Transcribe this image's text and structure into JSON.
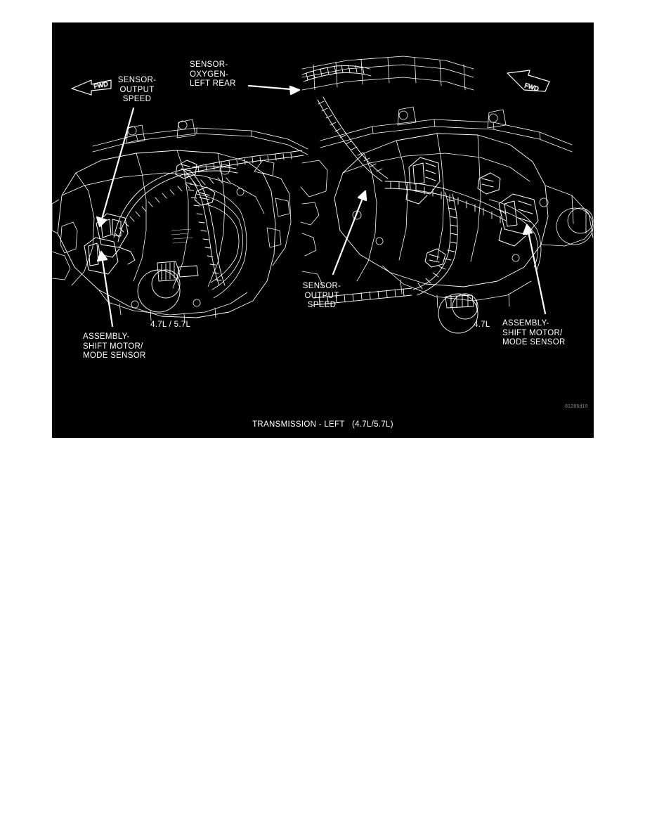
{
  "page": {
    "background_color": "#ffffff"
  },
  "figure": {
    "background_color": "#000000",
    "line_color": "#ffffff",
    "caption": "TRANSMISSION - LEFT   (4.7L/5.7L)",
    "figure_id": "81286d19",
    "labels": {
      "sensor_output_speed_left": "SENSOR-\nOUTPUT\nSPEED",
      "sensor_oxygen_left_rear": "SENSOR-\nOXYGEN-\nLEFT REAR",
      "sensor_output_speed_right": "SENSOR-\nOUTPUT\nSPEED",
      "assembly_shift_motor_left": "ASSEMBLY-\nSHIFT MOTOR/\nMODE SENSOR",
      "assembly_shift_motor_right": "ASSEMBLY-\nSHIFT MOTOR/\nMODE SENSOR",
      "engine_left": "4.7L / 5.7L",
      "engine_right": "4.7L"
    },
    "direction_markers": [
      {
        "name": "fwd-arrow-left",
        "text": "FWD",
        "direction": "left"
      },
      {
        "name": "fwd-arrow-right",
        "text": "FWD",
        "direction": "up-left"
      }
    ],
    "views": [
      {
        "name": "left-view",
        "engine": "4.7L / 5.7L"
      },
      {
        "name": "right-view",
        "engine": "4.7L"
      }
    ]
  }
}
